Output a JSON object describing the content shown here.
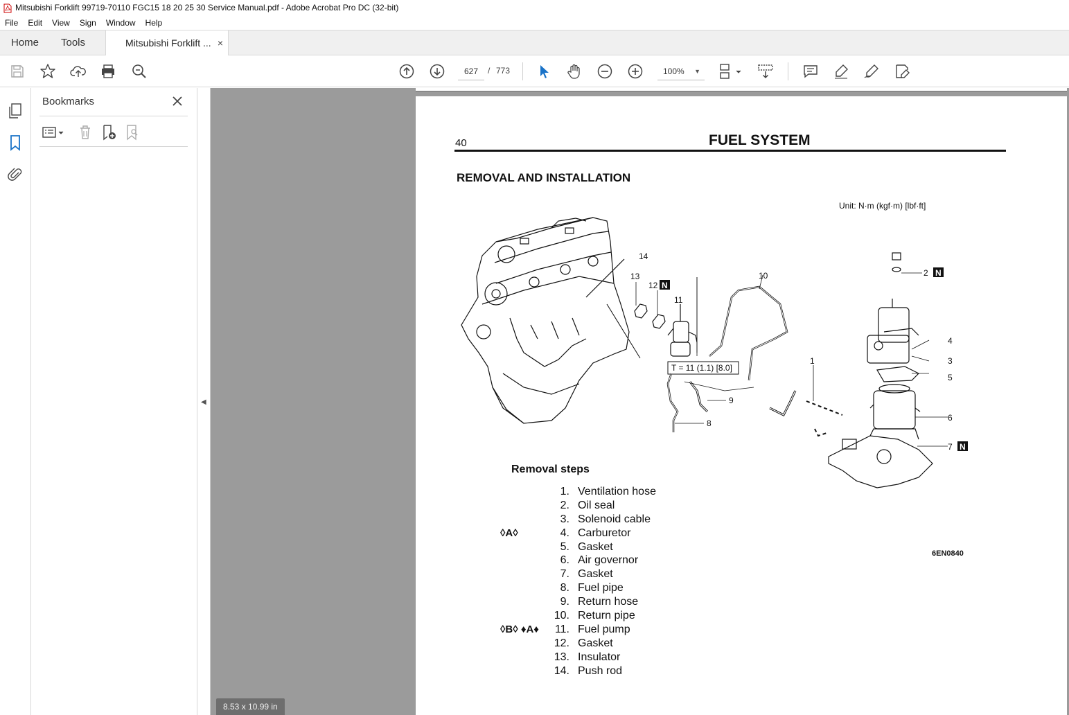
{
  "window": {
    "title": "Mitsubishi Forklift 99719-70110 FGC15 18 20 25 30 Service Manual.pdf - Adobe Acrobat Pro DC (32-bit)"
  },
  "menu": [
    "File",
    "Edit",
    "View",
    "Sign",
    "Window",
    "Help"
  ],
  "tabs": {
    "home": "Home",
    "tools": "Tools",
    "document": "Mitsubishi Forklift ...",
    "close": "×"
  },
  "toolbar": {
    "current_page": "627",
    "separator": "/",
    "total_pages": "773",
    "zoom": "100%",
    "icons": [
      "save-icon",
      "bookmark-star-icon",
      "upload-icon",
      "print-icon",
      "zoom-search-icon",
      "prev-page-icon",
      "next-page-icon",
      "select-cursor-icon",
      "hand-icon",
      "zoom-out-icon",
      "zoom-in-icon",
      "page-fit-icon",
      "scroll-mode-icon",
      "comment-icon",
      "highlight-icon",
      "sign-icon",
      "fill-sign-icon"
    ]
  },
  "sidebar": {
    "title": "Bookmarks",
    "page_size": "8.53 x 10.99 in"
  },
  "document": {
    "page_number": "40",
    "heading": "FUEL SYSTEM",
    "subheading": "REMOVAL AND INSTALLATION",
    "unit": "Unit: N·m (kgf·m) [lbf·ft]",
    "torque": "T = 11 (1.1) [8.0]",
    "figure_code": "6EN0840",
    "steps_heading": "Removal steps",
    "callouts": [
      "1",
      "2",
      "3",
      "4",
      "5",
      "6",
      "7",
      "8",
      "9",
      "10",
      "11",
      "12",
      "13",
      "14"
    ],
    "new_part_mark": "N",
    "steps": [
      {
        "mark": "",
        "num": "1.",
        "label": "Ventilation hose"
      },
      {
        "mark": "",
        "num": "2.",
        "label": "Oil seal"
      },
      {
        "mark": "",
        "num": "3.",
        "label": "Solenoid cable"
      },
      {
        "mark": "◊A◊",
        "num": "4.",
        "label": "Carburetor"
      },
      {
        "mark": "",
        "num": "5.",
        "label": "Gasket"
      },
      {
        "mark": "",
        "num": "6.",
        "label": "Air governor"
      },
      {
        "mark": "",
        "num": "7.",
        "label": "Gasket"
      },
      {
        "mark": "",
        "num": "8.",
        "label": "Fuel pipe"
      },
      {
        "mark": "",
        "num": "9.",
        "label": "Return hose"
      },
      {
        "mark": "",
        "num": "10.",
        "label": "Return pipe"
      },
      {
        "mark": "◊B◊  ♦A♦",
        "num": "11.",
        "label": "Fuel pump"
      },
      {
        "mark": "",
        "num": "12.",
        "label": "Gasket"
      },
      {
        "mark": "",
        "num": "13.",
        "label": "Insulator"
      },
      {
        "mark": "",
        "num": "14.",
        "label": "Push rod"
      }
    ]
  }
}
